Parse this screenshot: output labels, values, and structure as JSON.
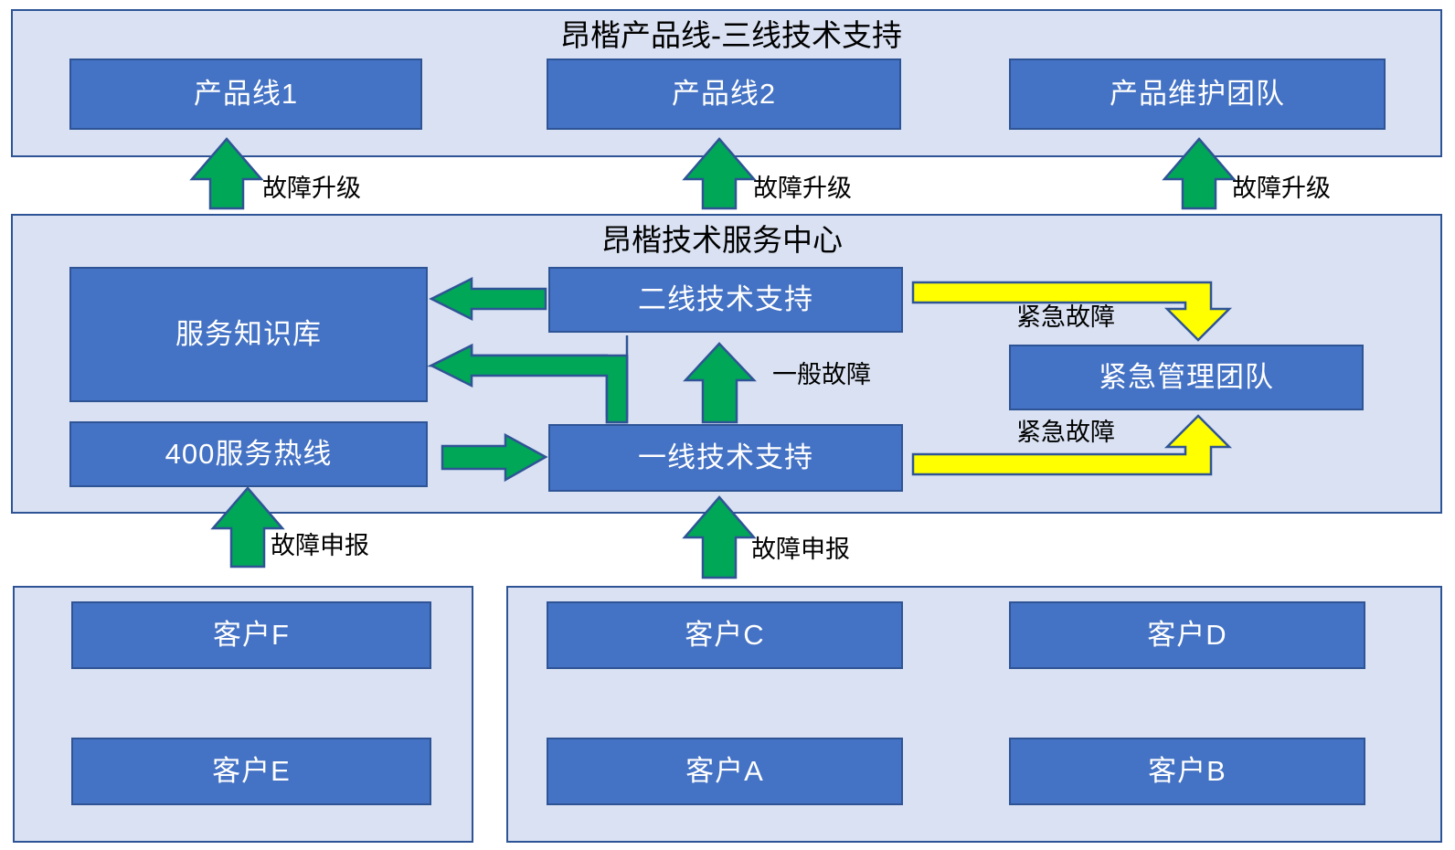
{
  "diagram": {
    "title_tier3": "昂楷产品线-三线技术支持",
    "title_center": "昂楷技术服务中心"
  },
  "tier3": {
    "nodes": [
      {
        "label": "产品线1"
      },
      {
        "label": "产品线2"
      },
      {
        "label": "产品维护团队"
      }
    ]
  },
  "service_center": {
    "nodes": [
      {
        "label": "服务知识库"
      },
      {
        "label": "二线技术支持"
      },
      {
        "label": "紧急管理团队"
      },
      {
        "label": "400服务热线"
      },
      {
        "label": "一线技术支持"
      }
    ]
  },
  "customers_left": {
    "nodes": [
      {
        "label": "客户F"
      },
      {
        "label": "客户E"
      }
    ]
  },
  "customers_right": {
    "nodes": [
      {
        "label": "客户C"
      },
      {
        "label": "客户D"
      },
      {
        "label": "客户A"
      },
      {
        "label": "客户B"
      }
    ]
  },
  "edges": {
    "escalation_1": "故障升级",
    "escalation_2": "故障升级",
    "escalation_3": "故障升级",
    "general_fault": "一般故障",
    "urgent_fault_down": "紧急故障",
    "urgent_fault_up": "紧急故障",
    "report_left": "故障申报",
    "report_right": "故障申报"
  },
  "colors": {
    "node_fill": "#4472C4",
    "node_border": "#2F5496",
    "group_fill": "#D9E1F2",
    "arrow_green": "#00A757",
    "arrow_yellow": "#FFFF00",
    "page_background": "#FFFFFF"
  }
}
